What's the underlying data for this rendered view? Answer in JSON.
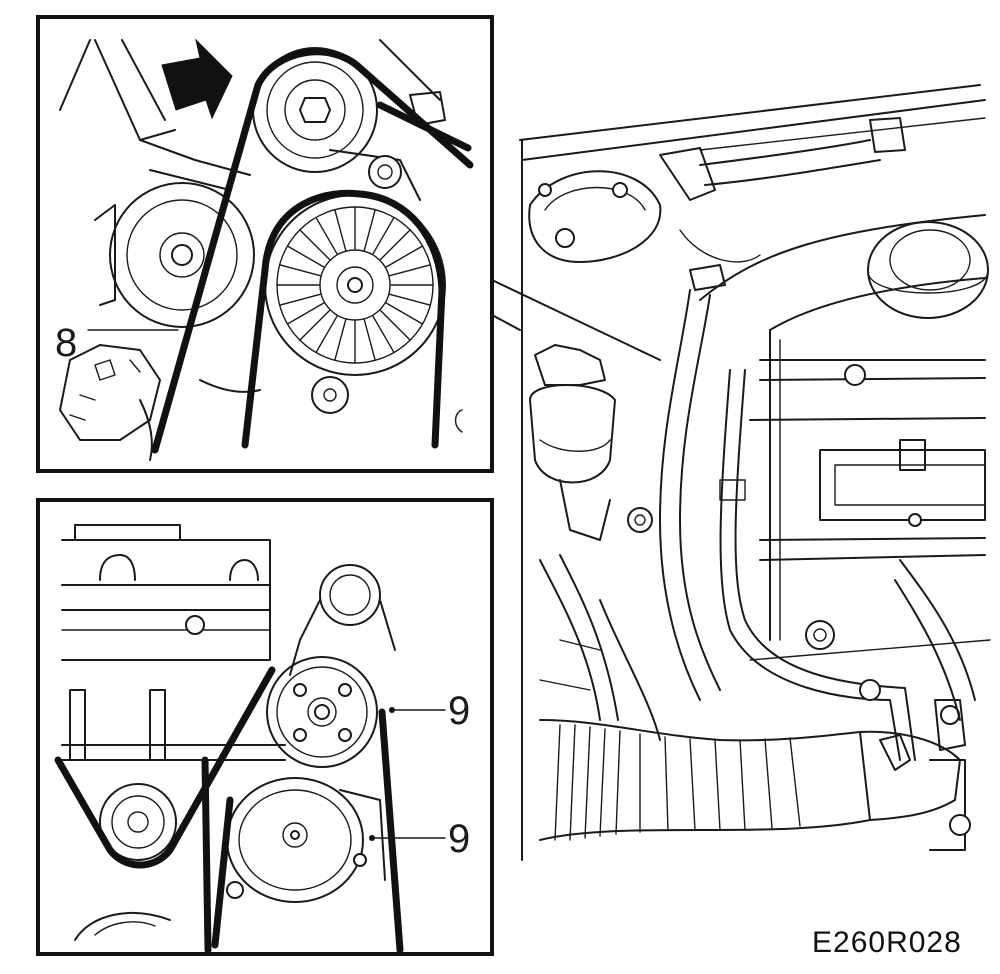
{
  "figure_code": "E260R028",
  "callouts": {
    "top_inset_belt": "8",
    "bottom_inset_belt_upper": "9",
    "bottom_inset_belt_lower": "9"
  },
  "colors": {
    "line": "#1a1a1a",
    "background": "#ffffff"
  },
  "icons": {
    "rotation_arrow": "direction-arrow-icon"
  }
}
